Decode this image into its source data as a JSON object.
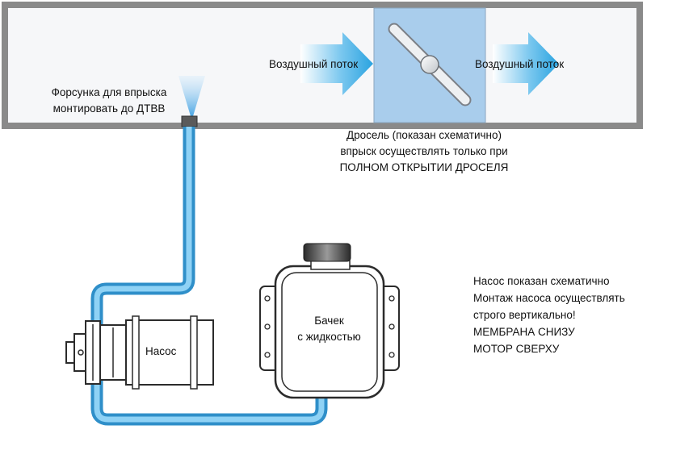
{
  "injector": {
    "lines": [
      "Форсунка для впрыска",
      "монтировать до ДТВВ"
    ]
  },
  "airflow_left": {
    "label": "Воздушный поток"
  },
  "airflow_right": {
    "label": "Воздушный поток"
  },
  "throttle_note": {
    "lines": [
      "Дросель (показан схематично)",
      "впрыск осуществлять только при",
      "ПОЛНОМ ОТКРЫТИИ ДРОСЕЛЯ"
    ]
  },
  "pump": {
    "label": "Насос"
  },
  "tank": {
    "lines": [
      "Бачек",
      "с жидкостью"
    ]
  },
  "pump_note": {
    "lines": [
      "Насос показан схематично",
      "Монтаж насоса осуществлять",
      "строго вертикально!",
      "МЕМБРАНА СНИЗУ",
      "МОТОР СВЕРХУ"
    ]
  },
  "colors": {
    "duct_fill": "#f7f8fa",
    "duct_border": "#8a8a8a",
    "throttle_fill": "#a9cdec",
    "hose": "#5ab4e6",
    "arrow": "#3aaee6"
  }
}
